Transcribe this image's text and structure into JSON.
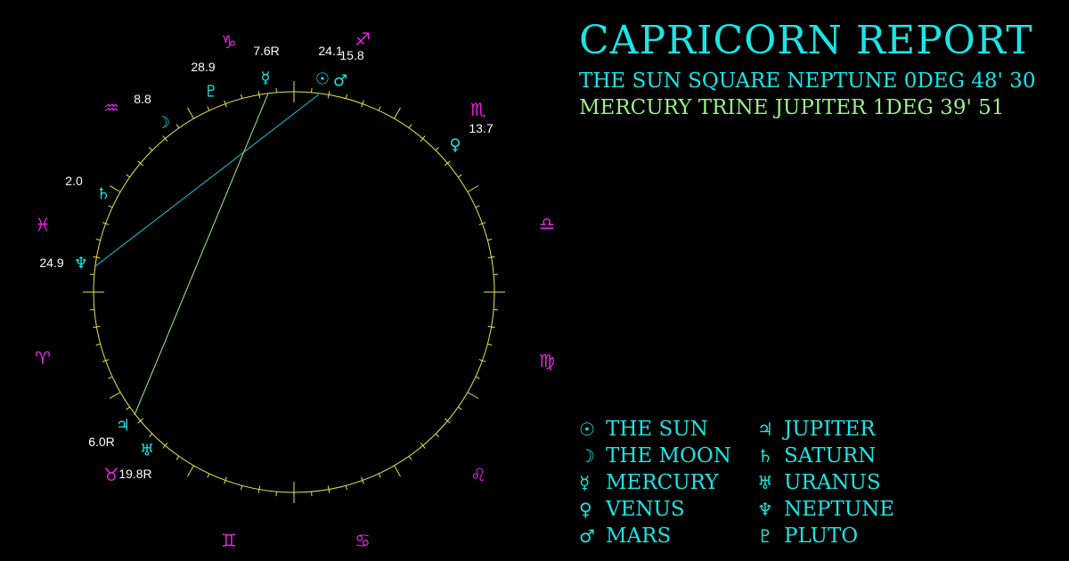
{
  "report": {
    "title": "CAPRICORN REPORT",
    "aspect_1": "THE SUN SQUARE NEPTUNE 0DEG 48' 30",
    "aspect_2": "MERCURY TRINE JUPITER 1DEG 39' 51"
  },
  "colors": {
    "background": "#000000",
    "wheel": "#e6e64a",
    "zodiac_sign": "#e626e6",
    "planet": "#19e6e6",
    "degree_label": "#ffffff",
    "aspect_square": "#19c8e6",
    "aspect_trine": "#9bf08a"
  },
  "zodiac": [
    {
      "name": "capricorn-sign",
      "glyph": "♑"
    },
    {
      "name": "sagittarius-sign",
      "glyph": "♐"
    },
    {
      "name": "scorpio-sign",
      "glyph": "♏"
    },
    {
      "name": "libra-sign",
      "glyph": "♎"
    },
    {
      "name": "virgo-sign",
      "glyph": "♍"
    },
    {
      "name": "leo-sign",
      "glyph": "♌"
    },
    {
      "name": "cancer-sign",
      "glyph": "♋"
    },
    {
      "name": "gemini-sign",
      "glyph": "♊"
    },
    {
      "name": "taurus-sign",
      "glyph": "♉"
    },
    {
      "name": "aries-sign",
      "glyph": "♈"
    },
    {
      "name": "pisces-sign",
      "glyph": "♓"
    },
    {
      "name": "aquarius-sign",
      "glyph": "♒"
    }
  ],
  "planets": [
    {
      "name": "sun",
      "glyph": "☉",
      "degree": "24.1"
    },
    {
      "name": "mars",
      "glyph": "♂",
      "degree": "15.8"
    },
    {
      "name": "mercury",
      "glyph": "☿",
      "degree": "7.6R"
    },
    {
      "name": "pluto",
      "glyph": "♇",
      "degree": "28.9"
    },
    {
      "name": "moon",
      "glyph": "☽",
      "degree": "8.8"
    },
    {
      "name": "saturn",
      "glyph": "♄",
      "degree": "2.0"
    },
    {
      "name": "neptune",
      "glyph": "♆",
      "degree": "24.9"
    },
    {
      "name": "jupiter",
      "glyph": "♃",
      "degree": "6.0R"
    },
    {
      "name": "uranus",
      "glyph": "♅",
      "degree": "19.8R"
    },
    {
      "name": "venus",
      "glyph": "♀",
      "degree": "13.7"
    }
  ],
  "aspects": [
    {
      "from": "sun",
      "to": "neptune",
      "type": "square"
    },
    {
      "from": "mercury",
      "to": "jupiter",
      "type": "trine"
    }
  ],
  "legend": {
    "left": [
      {
        "name": "sun",
        "glyph": "☉",
        "label": "THE SUN"
      },
      {
        "name": "moon",
        "glyph": "☽",
        "label": "THE MOON"
      },
      {
        "name": "mercury",
        "glyph": "☿",
        "label": "MERCURY"
      },
      {
        "name": "venus",
        "glyph": "♀",
        "label": "VENUS"
      },
      {
        "name": "mars",
        "glyph": "♂",
        "label": "MARS"
      }
    ],
    "right": [
      {
        "name": "jupiter",
        "glyph": "♃",
        "label": "JUPITER"
      },
      {
        "name": "saturn",
        "glyph": "♄",
        "label": "SATURN"
      },
      {
        "name": "uranus",
        "glyph": "♅",
        "label": "URANUS"
      },
      {
        "name": "neptune",
        "glyph": "♆",
        "label": "NEPTUNE"
      },
      {
        "name": "pluto",
        "glyph": "♇",
        "label": "PLUTO"
      }
    ]
  }
}
